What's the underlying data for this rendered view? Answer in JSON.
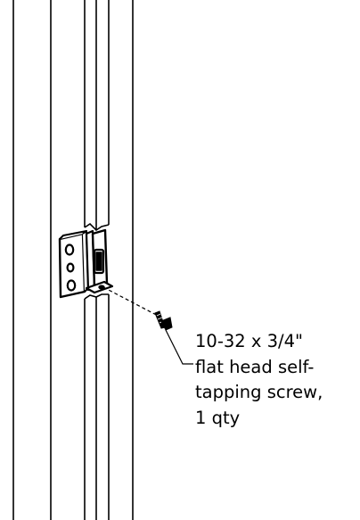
{
  "callout": {
    "lines": [
      "10-32 x 3/4\"",
      "flat head self-",
      "tapping screw,",
      "1 qty"
    ]
  },
  "colors": {
    "line": "#000000",
    "background": "#ffffff"
  },
  "parts": {
    "screw_icon": "screw-icon",
    "latch_icon": "latch-bracket-icon"
  }
}
